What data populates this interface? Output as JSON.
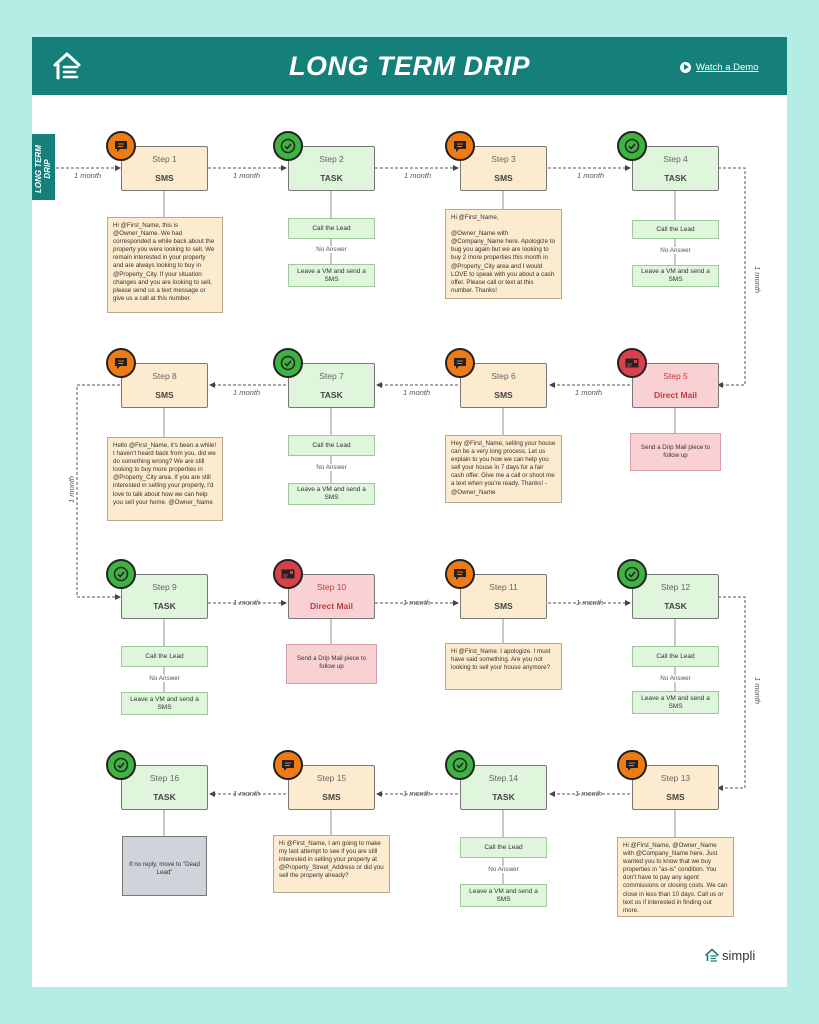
{
  "header": {
    "title": "LONG TERM DRIP",
    "demo_label": "Watch a Demo"
  },
  "side_label": "LONG TERM DRIP",
  "brand": "simpli",
  "interval_label": "1 month",
  "labels": {
    "no_answer": "No Answer",
    "call_lead": "Call the Lead",
    "leave_vm": "Leave a VM and send a SMS"
  },
  "steps": [
    {
      "num": "Step 1",
      "type": "SMS",
      "kind": "sms",
      "message": "Hi @First_Name, this is @Owner_Name. We had corresponded a while back about the property you were looking to sell. We remain interested in your property and are always looking to buy in @Property_City. If your situation changes and you are looking to sell, please send us a text message or give us a call at this number."
    },
    {
      "num": "Step 2",
      "type": "TASK",
      "kind": "task"
    },
    {
      "num": "Step 3",
      "type": "SMS",
      "kind": "sms",
      "message": "Hi @First_Name,\n\n@Owner_Name with @Company_Name here. Apologize to bug you again but we are looking to buy 2 more properties this month in @Property_City area and I would LOVE to speak with you about a cash offer. Please call or text at this number. Thanks!"
    },
    {
      "num": "Step 4",
      "type": "TASK",
      "kind": "task"
    },
    {
      "num": "Step 5",
      "type": "Direct Mail",
      "kind": "mail",
      "message": "Send a Drip Mail piece to follow up"
    },
    {
      "num": "Step 6",
      "type": "SMS",
      "kind": "sms",
      "message": "Hey @First_Name, selling your house can be a very long process. Let us explain to you how we can help you sell your house in 7 days for a fair cash offer. Give me a call or shoot me a text when you're ready. Thanks! - @Owner_Name"
    },
    {
      "num": "Step 7",
      "type": "TASK",
      "kind": "task"
    },
    {
      "num": "Step 8",
      "type": "SMS",
      "kind": "sms",
      "message": "Hello @First_Name, it's been a while! I haven't heard back from you, did we do something wrong? We are still looking to buy more properties in @Property_City area. If you are still interested in selling your property, I'd love to talk about how we can help you sell your home. @Owner_Name"
    },
    {
      "num": "Step 9",
      "type": "TASK",
      "kind": "task"
    },
    {
      "num": "Step 10",
      "type": "Direct Mail",
      "kind": "mail",
      "message": "Send a Drip Mail piece to follow up"
    },
    {
      "num": "Step 11",
      "type": "SMS",
      "kind": "sms",
      "message": "Hi @First_Name. I apologize. I must have said something. Are you not looking to sell your house anymore?"
    },
    {
      "num": "Step 12",
      "type": "TASK",
      "kind": "task"
    },
    {
      "num": "Step 13",
      "type": "SMS",
      "kind": "sms",
      "message": "Hi @First_Name, @Owner_Name with @Company_Name here. Just wanted you to know that we buy properties in \"as-is\" condition. You don't have to pay any agent commissions or closing costs. We can close in less than 10 days. Call us or text us if interested in finding out more."
    },
    {
      "num": "Step 14",
      "type": "TASK",
      "kind": "task"
    },
    {
      "num": "Step 15",
      "type": "SMS",
      "kind": "sms",
      "message": "Hi @First_Name, I am going to make my last attempt to see if you are still interested in selling your property at @Property_Street_Address or did you sell the property already?"
    },
    {
      "num": "Step 16",
      "type": "TASK",
      "kind": "task",
      "message": "If no reply, move to \"Dead Lead\""
    }
  ]
}
